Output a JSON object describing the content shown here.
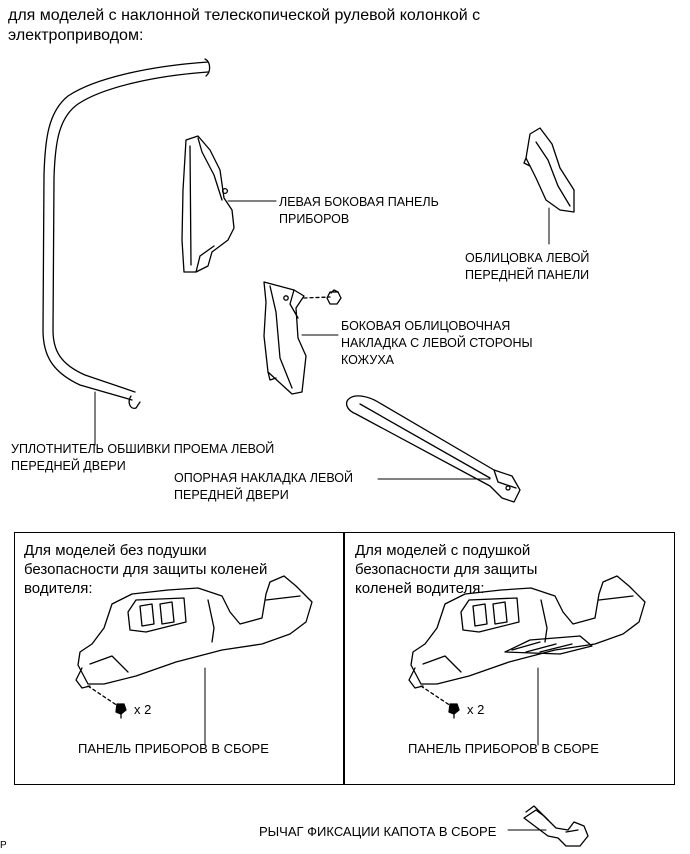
{
  "header": "для моделей с наклонной телескопической рулевой колонкой с электроприводом:",
  "labels": {
    "left_panel": "ЛЕВАЯ БОКОВАЯ ПАНЕЛЬ\nПРИБОРОВ",
    "front_panel_trim": "ОБЛИЦОВКА ЛЕВОЙ\nПЕРЕДНЕЙ ПАНЕЛИ",
    "cowl_trim": "БОКОВАЯ ОБЛИЦОВОЧНАЯ\nНАКЛАДКА С ЛЕВОЙ СТОРОНЫ\nКОЖУХА",
    "weatherstrip": "УПЛОТНИТЕЛЬ ОБШИВКИ ПРОЕМА ЛЕВОЙ\nПЕРЕДНЕЙ ДВЕРИ",
    "scuff_plate": "ОПОРНАЯ НАКЛАДКА ЛЕВОЙ\nПЕРЕДНЕЙ ДВЕРИ",
    "hood_lever": "РЫЧАГ ФИКСАЦИИ КАПОТА В СБОРЕ"
  },
  "boxes": [
    {
      "title": "Для моделей без подушки\nбезопасности для защиты коленей\nводителя:",
      "qty": "x 2",
      "label": "ПАНЕЛЬ ПРИБОРОВ В СБОРЕ"
    },
    {
      "title": "Для моделей с подушкой\nбезопасности для защиты\nколеней водителя:",
      "qty": "x 2",
      "label": "ПАНЕЛЬ ПРИБОРОВ В СБОРЕ"
    }
  ],
  "corner_mark": "P"
}
